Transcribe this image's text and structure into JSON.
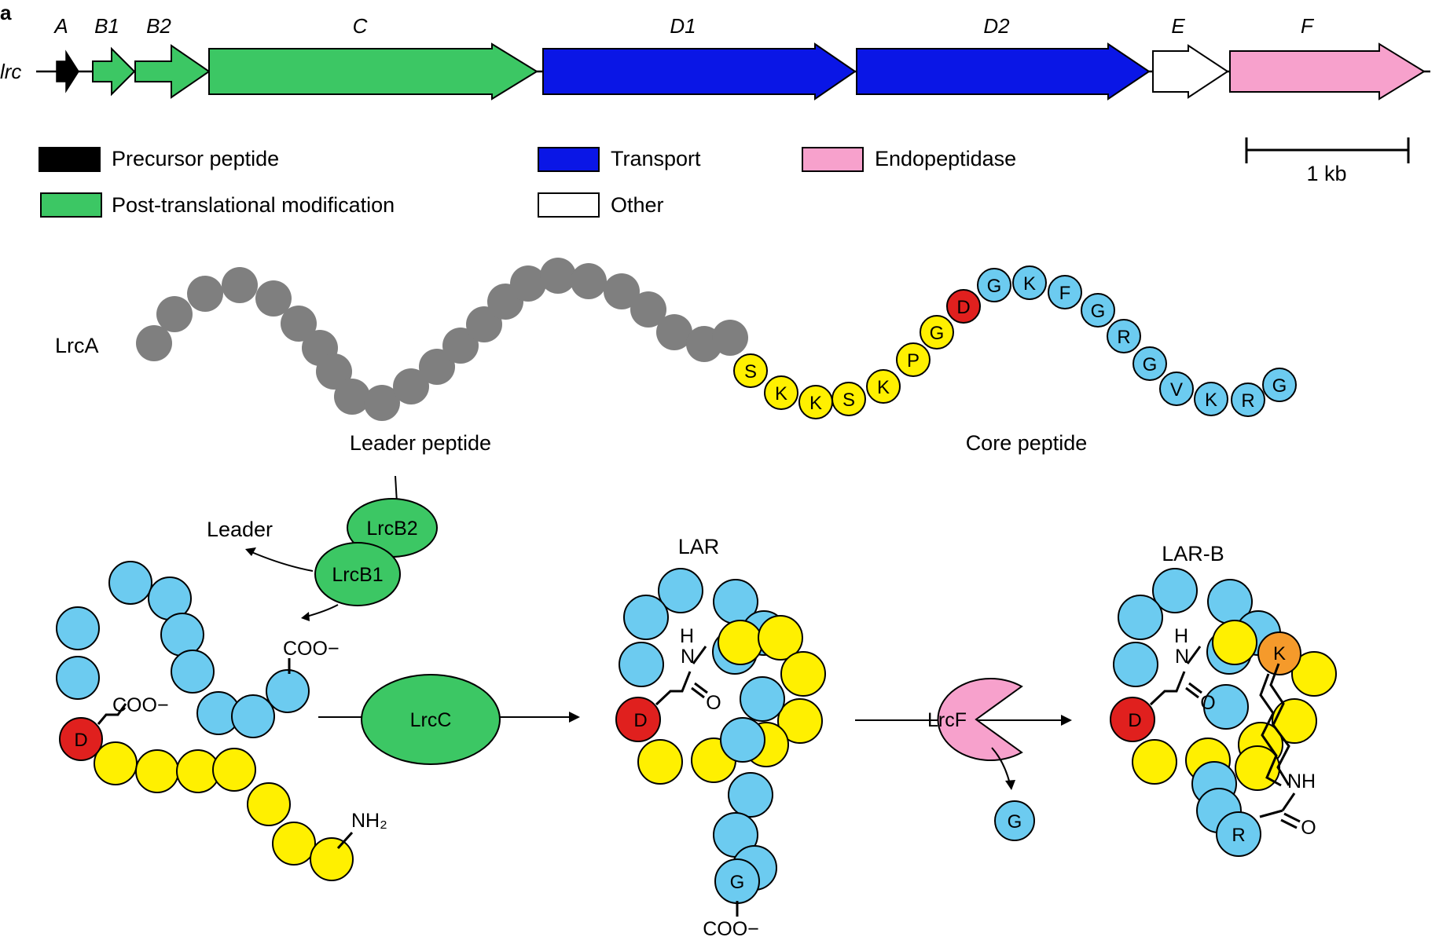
{
  "panel_label": "a",
  "locus_label": "lrc",
  "colors": {
    "precursor": "#000000",
    "modification": "#3cc764",
    "transport": "#0a16e6",
    "endopeptidase": "#f7a1cc",
    "other": "#ffffff",
    "leader_residue": "#7f7f7f",
    "yellow_residue": "#fff000",
    "blue_residue": "#6ccbf0",
    "red_residue": "#e0201e",
    "orange_residue": "#f59a2b",
    "enzyme_green": "#3cc764"
  },
  "genes": [
    {
      "label": "A",
      "category": "precursor"
    },
    {
      "label": "B1",
      "category": "modification"
    },
    {
      "label": "B2",
      "category": "modification"
    },
    {
      "label": "C",
      "category": "modification"
    },
    {
      "label": "D1",
      "category": "transport"
    },
    {
      "label": "D2",
      "category": "transport"
    },
    {
      "label": "E",
      "category": "other"
    },
    {
      "label": "F",
      "category": "endopeptidase"
    }
  ],
  "legend": {
    "precursor": "Precursor peptide",
    "modification": "Post-translational modification",
    "transport": "Transport",
    "other": "Other",
    "endopeptidase": "Endopeptidase"
  },
  "scale_bar": "1 kb",
  "precursor": {
    "name": "LrcA",
    "leader_label": "Leader peptide",
    "core_label": "Core peptide",
    "yellow_residues": [
      "S",
      "K",
      "K",
      "S",
      "K",
      "P",
      "G"
    ],
    "red_residue": "D",
    "blue_residues": [
      "G",
      "K",
      "F",
      "G",
      "R",
      "G",
      "V",
      "K",
      "R",
      "G"
    ]
  },
  "pathway": {
    "leader_out": "Leader",
    "enzyme_b2": "LrcB2",
    "enzyme_b1": "LrcB1",
    "enzyme_c": "LrcC",
    "enzyme_f": "LrcF",
    "product_1": "LAR",
    "product_2": "LAR-B",
    "cleaved_residue": "G",
    "coo_minus": "COO−",
    "nh2": "NH₂",
    "h": "H",
    "n": "N",
    "o": "O",
    "nh": "NH",
    "d": "D",
    "k": "K",
    "r": "R",
    "g": "G"
  }
}
